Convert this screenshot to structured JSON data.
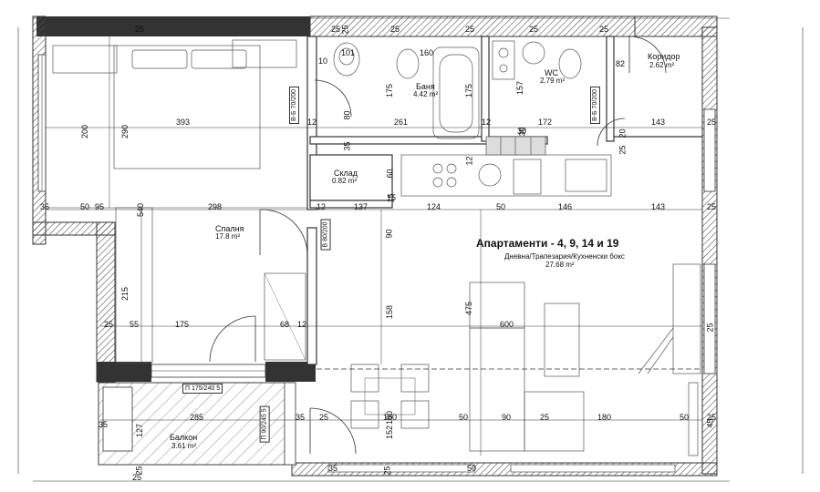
{
  "title": "Апартаменти - 4, 9, 14 и 19",
  "rooms": {
    "bedroom": {
      "name": "Спалня",
      "area": "17.8 m²"
    },
    "bath": {
      "name": "Баня",
      "area": "4.42 m²"
    },
    "wc": {
      "name": "WC",
      "area": "2.79 m²"
    },
    "corridor": {
      "name": "Коридор",
      "area": "2.62 m²"
    },
    "storage": {
      "name": "Склад",
      "area": "0.82 m²"
    },
    "living": {
      "name": "Дневна/Трапезария/Кухненски бокс",
      "area": "27.68 m²"
    },
    "balcony": {
      "name": "Балкон",
      "area": "3.61 m²"
    }
  },
  "tags": {
    "b6a": "В-Б",
    "b6a_v1": "70",
    "b6a_v2": "200",
    "b6b": "В-Б",
    "b6b_v1": "70",
    "b6b_v2": "200",
    "b": "В",
    "b_v1": "80",
    "b_v2": "200",
    "p1": "П",
    "p1_v1": "175",
    "p1_v2": "240",
    "p1_v3": "5",
    "p2": "П",
    "p2_v1": "90",
    "p2_v2": "245",
    "p2_v3": "5"
  },
  "dims": {
    "d393": "393",
    "d261": "261",
    "d172": "172",
    "d143a": "143",
    "d298": "298",
    "d137": "137",
    "d124": "124",
    "d50a": "50",
    "d146": "146",
    "d143b": "143",
    "d600": "600",
    "d175a": "175",
    "d55": "55",
    "d68": "68",
    "d25a": "25",
    "d12a": "12",
    "d12b": "12",
    "d12c": "12",
    "d12d": "12",
    "d285": "285",
    "d35a": "35",
    "d25b": "25",
    "d180a": "180",
    "d50b": "50",
    "d90": "90",
    "d25c": "25",
    "d180b": "180",
    "d50c": "50",
    "d25d": "25",
    "d50d": "50",
    "d95": "95",
    "d35b": "35",
    "d25e": "25",
    "d25f": "25",
    "d160": "160",
    "d101": "101",
    "d25g": "25",
    "d25h": "25",
    "d25i": "25",
    "d25j": "25",
    "d25k": "25",
    "d25l": "25",
    "d25m": "25",
    "d30": "30",
    "d10": "10",
    "d35c": "35",
    "d35d": "35",
    "d50e": "50",
    "d15": "15",
    "d82": "82"
  },
  "vdims": {
    "v200": "200",
    "v290": "290",
    "v540": "540",
    "v215": "215",
    "v175a": "175",
    "v175b": "175",
    "v80": "80",
    "v157": "157",
    "v60": "60",
    "v90": "90",
    "v158": "158",
    "v475": "475",
    "v180": "180",
    "v152": "152",
    "v127": "127",
    "v25a": "25",
    "v25b": "25",
    "v25c": "25",
    "v25d": "25",
    "v25e": "25",
    "v12": "12",
    "v15": "15",
    "v35": "35",
    "v30": "30",
    "v20": "20",
    "v45": "45"
  }
}
